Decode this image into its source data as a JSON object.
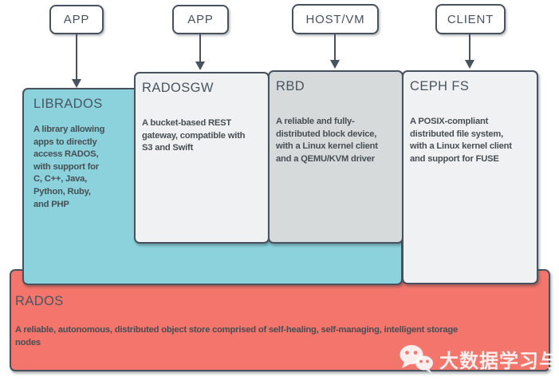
{
  "diagram": {
    "top_nodes": [
      {
        "label": "APP"
      },
      {
        "label": "APP"
      },
      {
        "label": "HOST/VM"
      },
      {
        "label": "CLIENT"
      }
    ],
    "layers": {
      "librados": {
        "title": "LIBRADOS",
        "body": "A library allowing\napps to directly\naccess RADOS,\nwith support for\nC, C++, Java,\nPython, Ruby,\nand PHP"
      },
      "radosgw": {
        "title": "RADOSGW",
        "body": "A bucket-based REST\ngateway, compatible with\nS3 and Swift"
      },
      "rbd": {
        "title": "RBD",
        "body": "A reliable and fully-\ndistributed block device,\nwith a Linux kernel client\nand a QEMU/KVM driver"
      },
      "cephfs": {
        "title": "CEPH FS",
        "body": "A POSIX-compliant\ndistributed file system,\nwith a Linux kernel client\nand support for FUSE"
      },
      "rados": {
        "title": "RADOS",
        "body": "A reliable, autonomous, distributed object store comprised of self-healing, self-managing, intelligent storage\nnodes"
      }
    },
    "watermark": {
      "text": "大数据学习与分享",
      "icon": "wechat-icon"
    },
    "colors": {
      "teal": "#8BD2DD",
      "light_gray": "#EFF1F2",
      "mid_gray": "#D6DADB",
      "salmon": "#F4756B",
      "border": "#47525E",
      "title_text": "#4A5560",
      "body_text": "#474E54"
    }
  }
}
